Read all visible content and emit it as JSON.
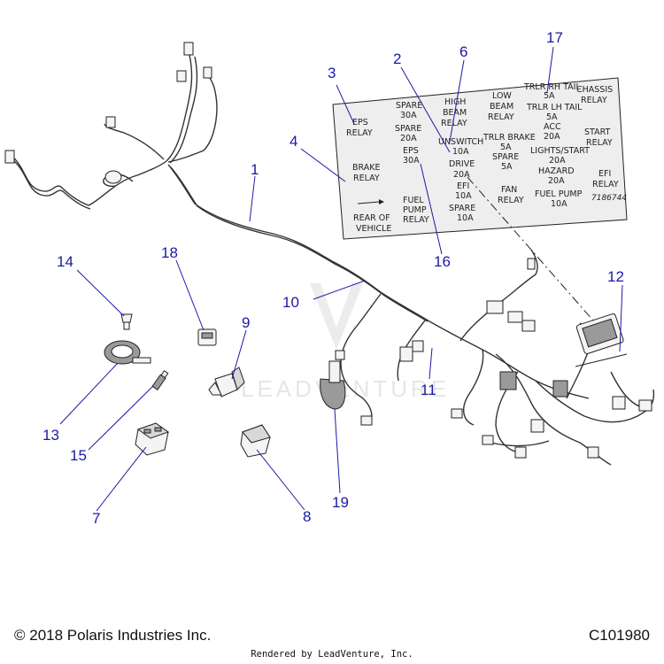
{
  "footer": {
    "copyright": "© 2018 Polaris Industries Inc.",
    "diagram_code": "C101980",
    "rendered_by": "Rendered by LeadVenture, Inc."
  },
  "watermark": "LEADVENTURE",
  "callouts": {
    "c1": "1",
    "c2": "2",
    "c3": "3",
    "c4": "4",
    "c6": "6",
    "c7": "7",
    "c8": "8",
    "c9": "9",
    "c10": "10",
    "c11": "11",
    "c12": "12",
    "c13": "13",
    "c14": "14",
    "c15": "15",
    "c16": "16",
    "c17": "17",
    "c18": "18",
    "c19": "19"
  },
  "decal": {
    "eps_relay": [
      "EPS",
      "RELAY"
    ],
    "spare30": [
      "SPARE",
      "30A"
    ],
    "high_beam": [
      "HIGH",
      "BEAM",
      "RELAY"
    ],
    "low_beam": [
      "LOW",
      "BEAM",
      "RELAY"
    ],
    "trlr_rh": [
      "TRLR RH TAIL",
      "5A"
    ],
    "chassis": [
      "CHASSIS",
      "RELAY"
    ],
    "spare20": [
      "SPARE",
      "20A"
    ],
    "unswitch": [
      "UNSWITCH",
      "10A"
    ],
    "trlr_brake": [
      "TRLR BRAKE",
      "5A"
    ],
    "trlr_lh": [
      "TRLR LH TAIL",
      "5A"
    ],
    "acc": [
      "ACC",
      "20A"
    ],
    "start": [
      "START",
      "RELAY"
    ],
    "brake": [
      "BRAKE",
      "RELAY"
    ],
    "eps30": [
      "EPS",
      "30A"
    ],
    "drive": [
      "DRIVE",
      "20A"
    ],
    "spare5": [
      "SPARE",
      "5A"
    ],
    "lights": [
      "LIGHTS/START",
      "20A"
    ],
    "hazard": [
      "HAZARD",
      "20A"
    ],
    "efi10": [
      "EFI",
      "10A"
    ],
    "fan": [
      "FAN",
      "RELAY"
    ],
    "efi_relay": [
      "EFI",
      "RELAY"
    ],
    "rear": [
      "REAR OF",
      "VEHICLE"
    ],
    "fuel_pump_relay": [
      "FUEL",
      "PUMP",
      "RELAY"
    ],
    "spare10": [
      "SPARE",
      "10A"
    ],
    "fuel_pump": [
      "FUEL PUMP",
      "10A"
    ],
    "code": "7186744"
  }
}
